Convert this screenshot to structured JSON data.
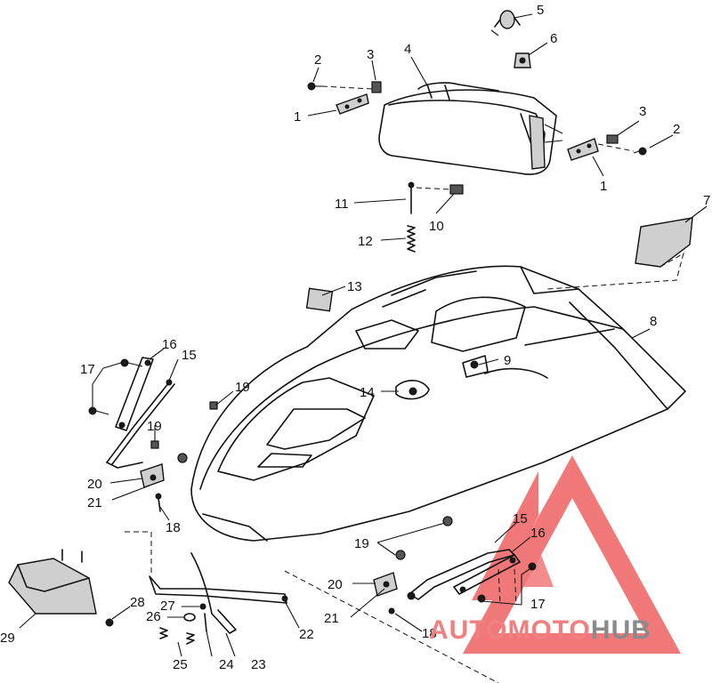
{
  "callouts": {
    "c1a": "1",
    "c1b": "1",
    "c2a": "2",
    "c2b": "2",
    "c3a": "3",
    "c3b": "3",
    "c4": "4",
    "c5": "5",
    "c6": "6",
    "c7": "7",
    "c8": "8",
    "c9": "9",
    "c10": "10",
    "c11": "11",
    "c12": "12",
    "c13": "13",
    "c14": "14",
    "c15a": "15",
    "c15b": "15",
    "c16a": "16",
    "c16b": "16",
    "c17a": "17",
    "c17b": "17",
    "c18a": "18",
    "c18b": "18",
    "c19a": "19",
    "c19b": "19",
    "c19c": "19",
    "c20a": "20",
    "c20b": "20",
    "c21a": "21",
    "c21b": "21",
    "c22": "22",
    "c23": "23",
    "c24": "24",
    "c25": "25",
    "c26": "26",
    "c27": "27",
    "c28": "28",
    "c29": "29"
  },
  "watermark": {
    "text_part1": "AUTOMOTO",
    "text_part2": "HUB",
    "color_part1": "#f08080",
    "color_part2": "#8a8a8a",
    "logo_color": "#f06a6a"
  }
}
